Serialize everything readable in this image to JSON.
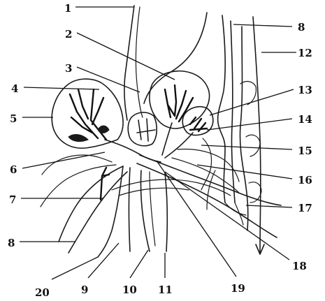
{
  "diagram": {
    "labels": [
      "1",
      "2",
      "3",
      "4",
      "5",
      "6",
      "7",
      "8",
      "8",
      "9",
      "10",
      "11",
      "12",
      "13",
      "14",
      "15",
      "16",
      "17",
      "18",
      "19",
      "20"
    ]
  },
  "colors": {
    "ink": "#1a1a1a",
    "background": "#ffffff"
  }
}
